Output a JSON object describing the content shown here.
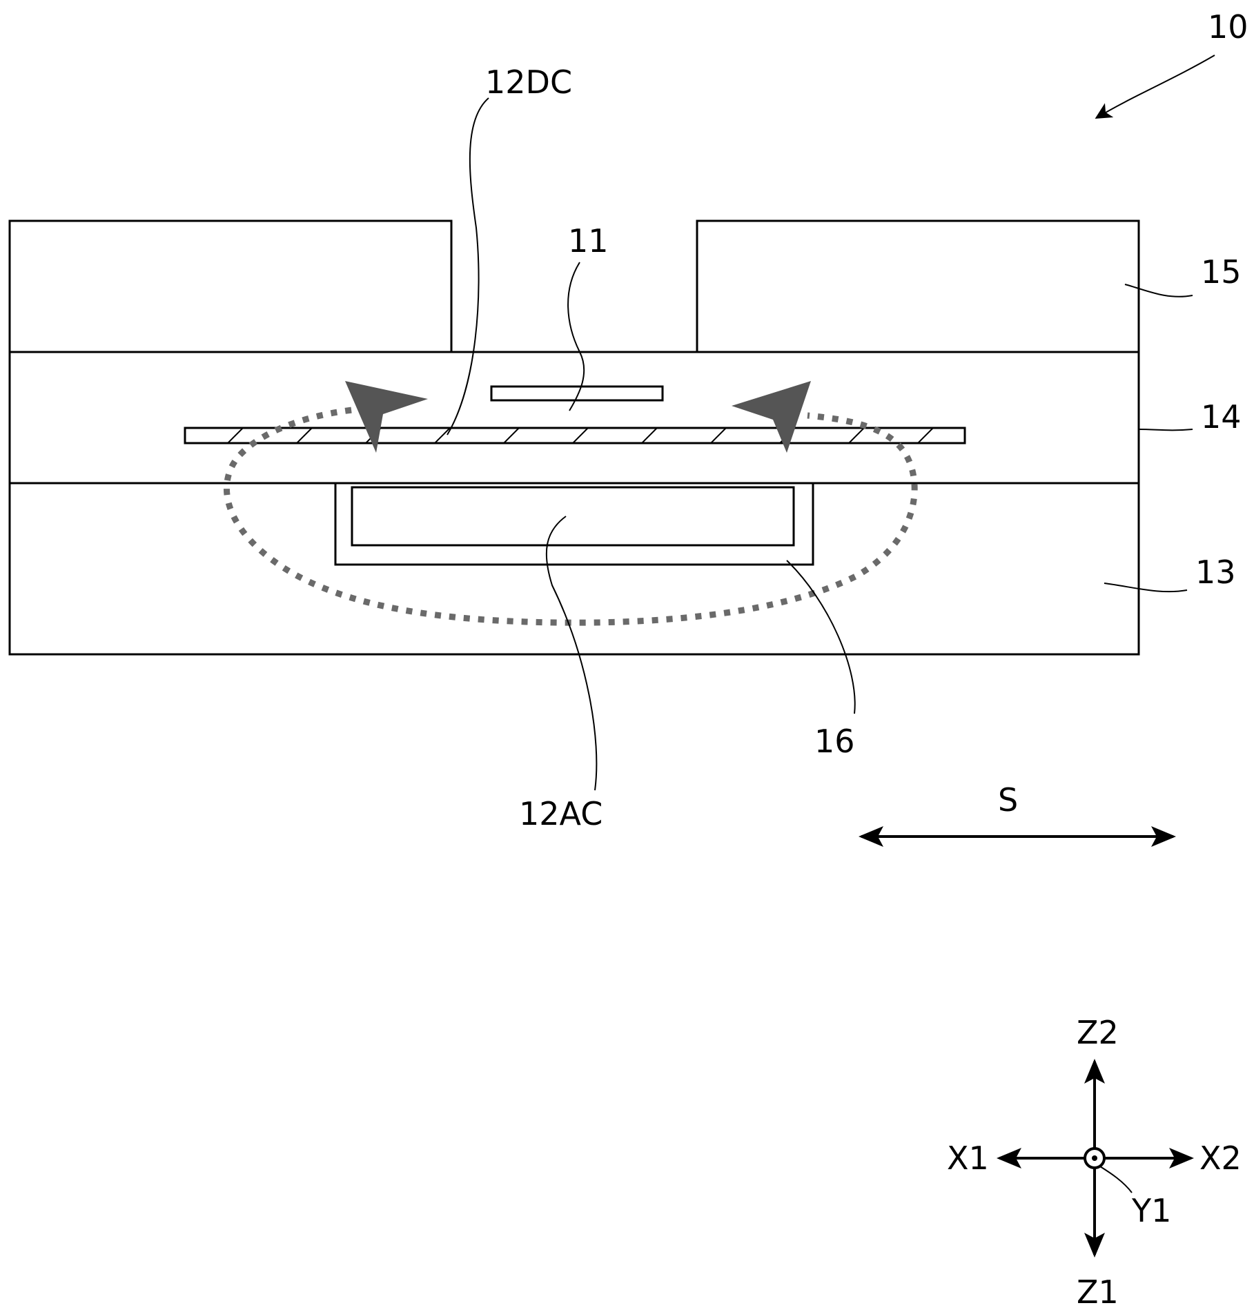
{
  "labels": {
    "device": "10",
    "dc_conductor": "12DC",
    "element": "11",
    "layer_15": "15",
    "layer_14": "14",
    "layer_13": "13",
    "ac_conductor": "12AC",
    "insulator_16": "16",
    "direction": "S"
  },
  "axes": {
    "z_up": "Z2",
    "z_down": "Z1",
    "x_left": "X1",
    "x_right": "X2",
    "y": "Y1"
  }
}
